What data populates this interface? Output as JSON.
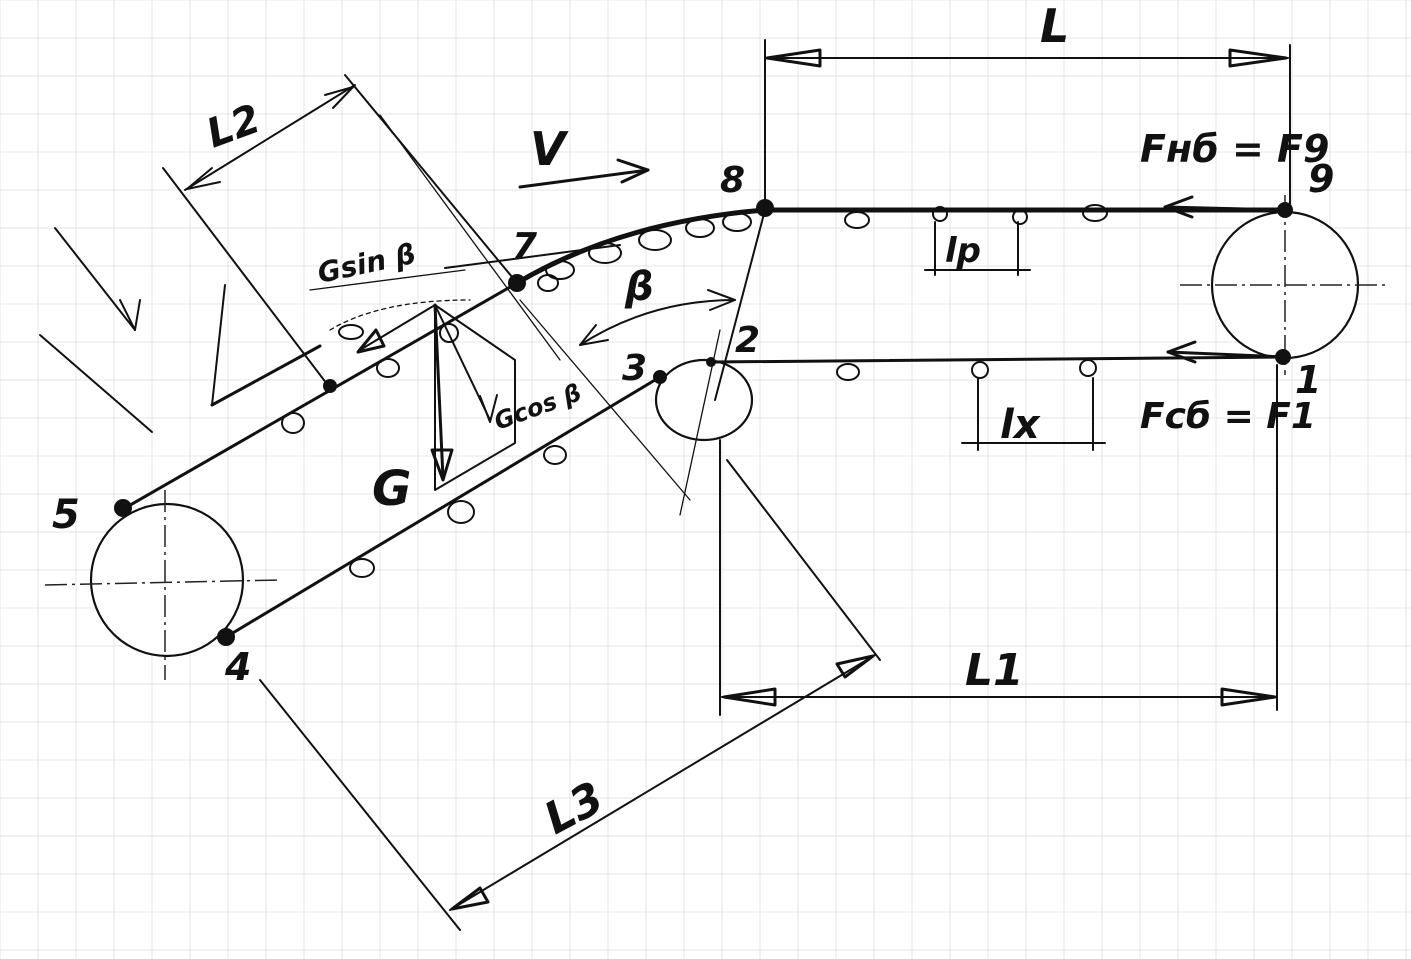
{
  "labels": {
    "L": "L",
    "L1": "L1",
    "L2": "L2",
    "L3": "L3",
    "V": "V",
    "beta": "β",
    "G": "G",
    "G_sin": "Gsin β",
    "G_cos": "Gcos β",
    "F_nb": "Fнб = F9",
    "F_sb": "Fсб = F1",
    "lp": "lp",
    "lx": "lx"
  },
  "points": [
    "1",
    "2",
    "3",
    "4",
    "5",
    "7",
    "8",
    "9"
  ],
  "colors": {
    "ink": "#111111",
    "paper": "#ffffff",
    "grid": "#e4e4e4"
  }
}
